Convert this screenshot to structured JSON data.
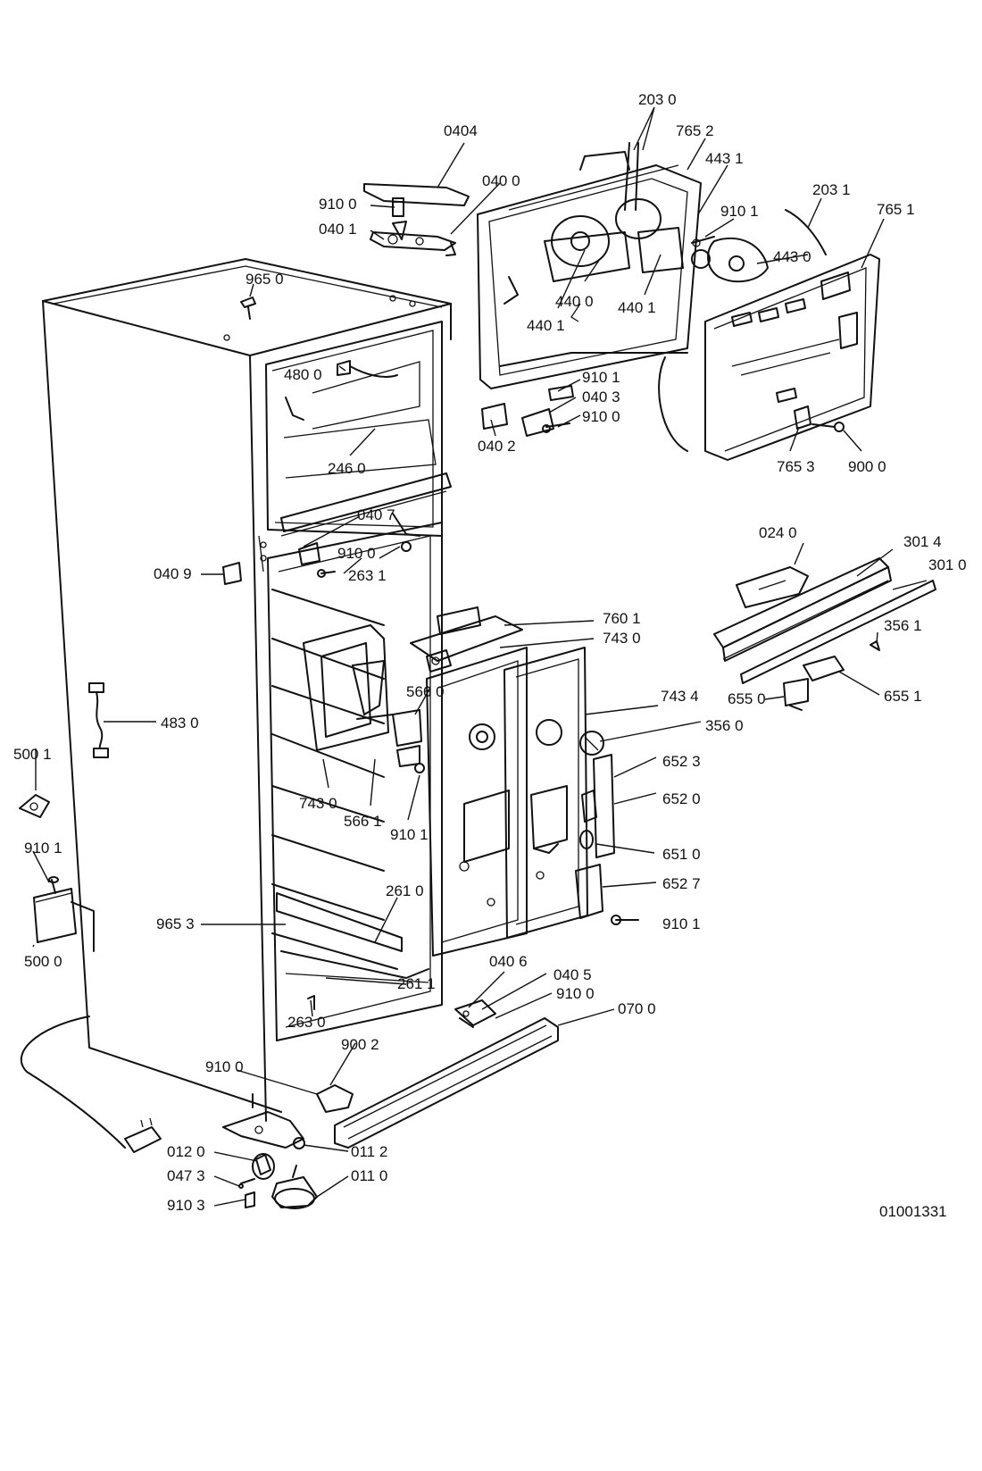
{
  "colors": {
    "ink": "#111111",
    "background": "#ffffff"
  },
  "drawing_code": "01001331",
  "labels": {
    "l2030": "203 0",
    "l0404": "0404",
    "l7652": "765 2",
    "l4431": "443 1",
    "l0400": "040 0",
    "l9100a": "910 0",
    "l2031": "203 1",
    "l7651": "765 1",
    "l9101a": "910 1",
    "l0401": "040 1",
    "l4430": "443 0",
    "l9650": "965 0",
    "l4400": "440 0",
    "l4401a": "440 1",
    "l4401b": "440 1",
    "l4800": "480 0",
    "l9101b": "910 1",
    "l0403": "040 3",
    "l9100b": "910 0",
    "l0402": "040 2",
    "l7653": "765 3",
    "l9000": "900 0",
    "l2460": "246 0",
    "l0407": "040 7",
    "l9100c": "910 0",
    "l2631": "263 1",
    "l0409": "040 9",
    "l0240": "024 0",
    "l3014": "301 4",
    "l3010": "301 0",
    "l7601": "760 1",
    "l7430a": "743 0",
    "l3561": "356 1",
    "l6550": "655 0",
    "l6551": "655 1",
    "l5660": "566 0",
    "l7434": "743 4",
    "l3560": "356 0",
    "l4830": "483 0",
    "l5001": "500 1",
    "l6523": "652 3",
    "l6520": "652 0",
    "l7430b": "743 0",
    "l5661": "566 1",
    "l9101c": "910 1",
    "l6510": "651 0",
    "l9101d": "910 1",
    "l6527": "652 7",
    "l2610": "261 0",
    "l9653": "965 3",
    "l9101e": "910 1",
    "l5000": "500 0",
    "l0406": "040 6",
    "l0405": "040 5",
    "l2611": "261 1",
    "l9100d": "910 0",
    "l0700": "070 0",
    "l2630": "263 0",
    "l9002": "900 2",
    "l9100e": "910 0",
    "l0120": "012 0",
    "l0112": "011 2",
    "l0473": "047 3",
    "l0110": "011 0",
    "l9103": "910 3"
  }
}
